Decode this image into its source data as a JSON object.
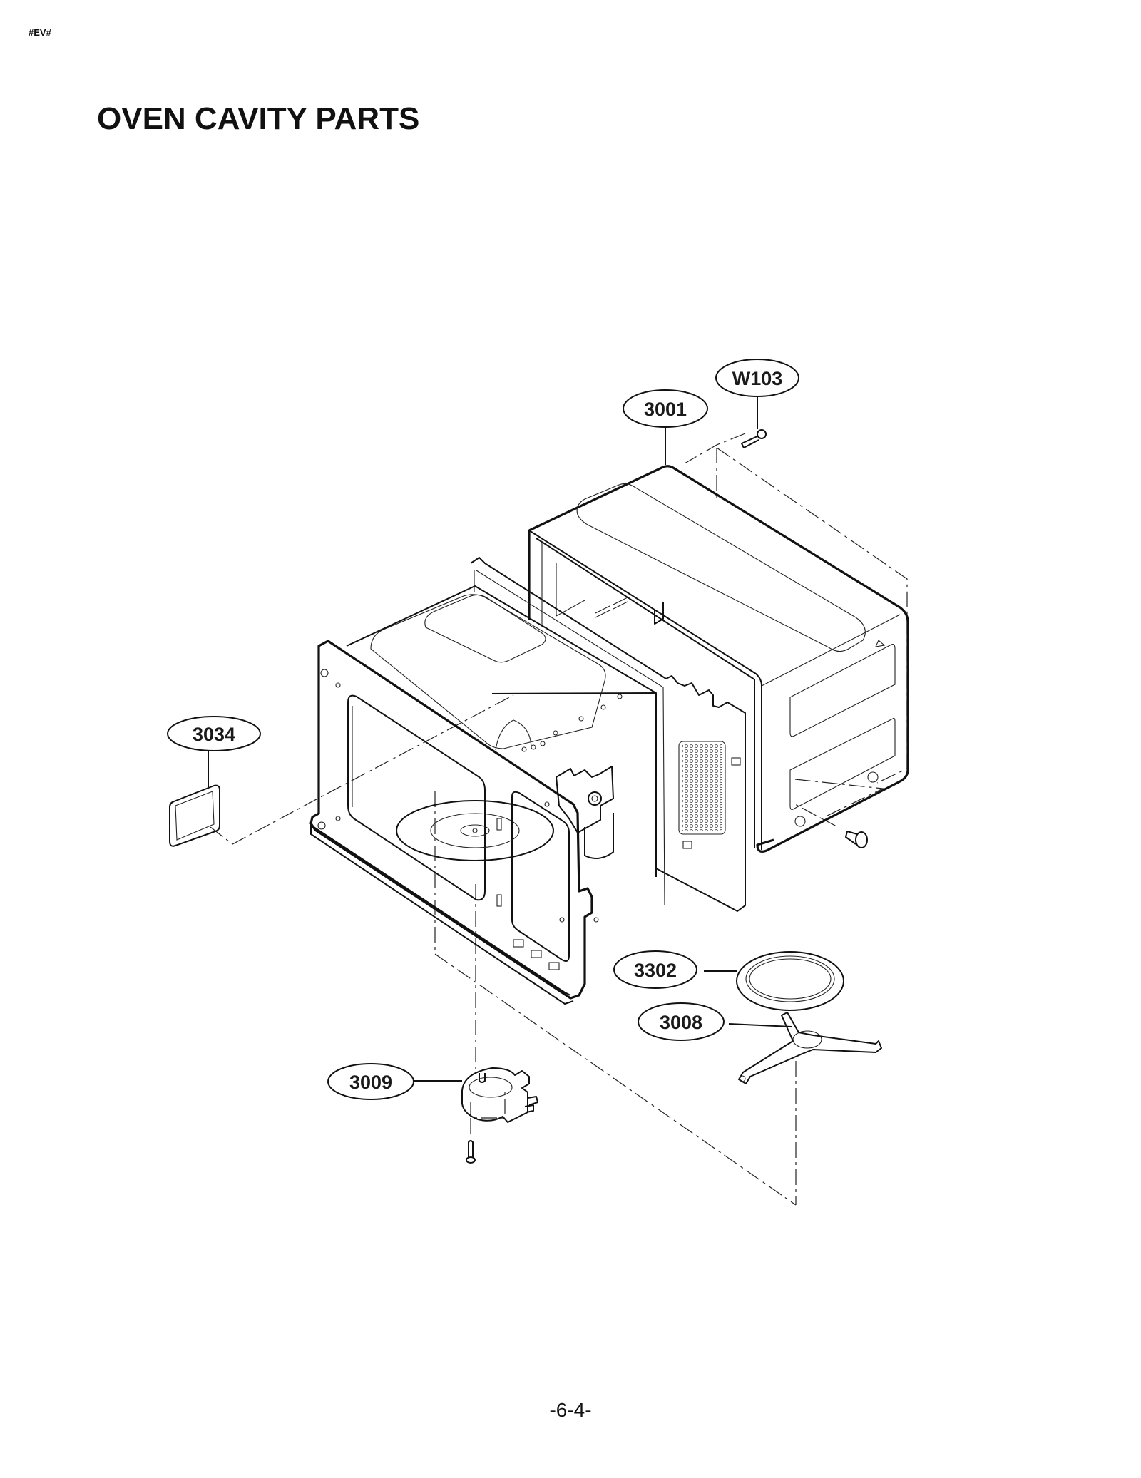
{
  "header": {
    "doc_code": "#EV#",
    "title": "OVEN CAVITY PARTS"
  },
  "diagram": {
    "type": "exploded-parts-view",
    "subject": "microwave oven cavity assembly",
    "callouts": [
      {
        "id": "W103",
        "label": "W103",
        "part": "screw (cabinet top)"
      },
      {
        "id": "3001",
        "label": "3001",
        "part": "outer cabinet / wrapper"
      },
      {
        "id": "3034",
        "label": "3034",
        "part": "cover plate (cavity side)"
      },
      {
        "id": "3302",
        "label": "3302",
        "part": "turntable glass tray"
      },
      {
        "id": "3008",
        "label": "3008",
        "part": "roller guide / turntable support"
      },
      {
        "id": "3009",
        "label": "3009",
        "part": "turntable motor"
      }
    ]
  },
  "footer": {
    "page_number": "-6-4-"
  }
}
